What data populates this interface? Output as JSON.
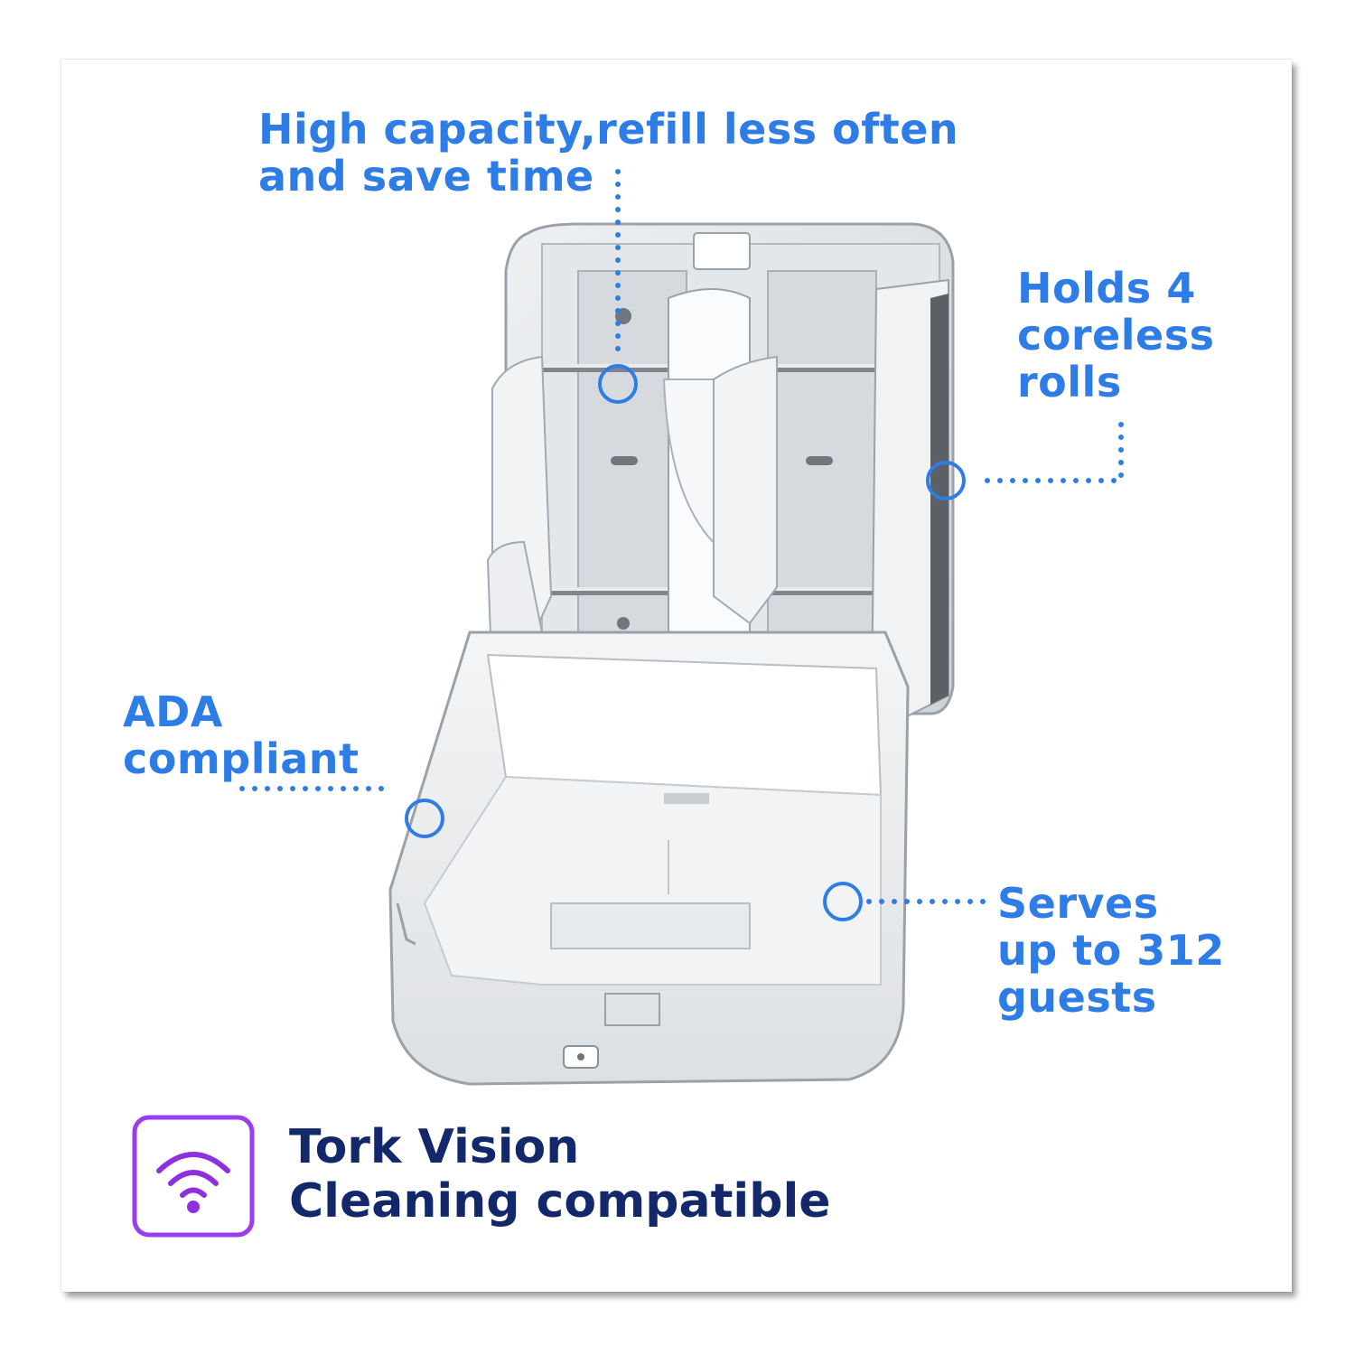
{
  "callouts": {
    "capacity": {
      "line1": "High capacity,refill less often",
      "line2": "and save time"
    },
    "rolls": {
      "line1": "Holds 4",
      "line2": "coreless",
      "line3": "rolls"
    },
    "ada": {
      "line1": "ADA",
      "line2": "compliant"
    },
    "guests": {
      "line1": "Serves",
      "line2": "up to 312",
      "line3": "guests"
    }
  },
  "vision": {
    "line1": "Tork Vision",
    "line2": "Cleaning compatible"
  },
  "colors": {
    "callout_blue": "#2E7CE6",
    "navy_text": "#13276B",
    "badge_purple": "#9B3CF0"
  },
  "icons": [
    "wifi-signal-icon"
  ]
}
